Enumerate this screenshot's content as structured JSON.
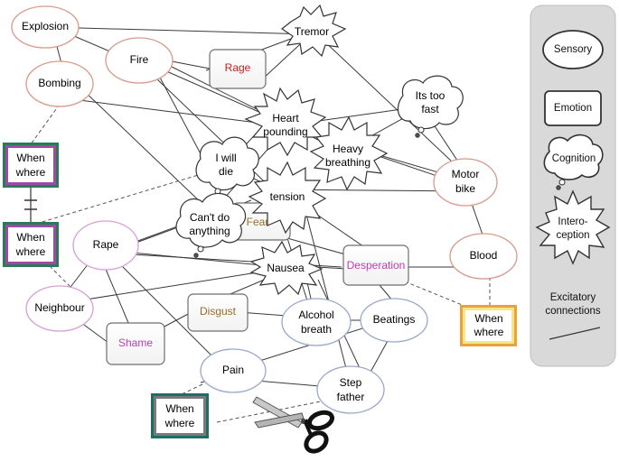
{
  "colors": {
    "sensory_red_stroke": "#d89a8c",
    "sensory_pink_stroke": "#d8a0d4",
    "sensory_blue_stroke": "#9aa8c8",
    "rage_text": "#c0221e",
    "fear_text": "#9a6a2a",
    "disgust_text": "#9a6a2a",
    "shame_text": "#c23ab8",
    "desperation_text": "#c23ab8",
    "when_green": "#2a7a55",
    "when_purple": "#a04aa8",
    "when_orange": "#e8a43a",
    "when_yellow": "#f6e58a",
    "when_teal": "#1f6e66",
    "legend_bg": "#d9d9d9"
  },
  "nodes": {
    "explosion": "Explosion",
    "fire": "Fire",
    "bombing": "Bombing",
    "rape": "Rape",
    "neighbour": "Neighbour",
    "pain": "Pain",
    "alcohol_breath": [
      "Alcohol",
      "breath"
    ],
    "beatings": "Beatings",
    "step_father": [
      "Step",
      "father"
    ],
    "motor_bike": [
      "Motor",
      "bike"
    ],
    "blood": "Blood",
    "rage": "Rage",
    "fear": "Fear",
    "disgust": "Disgust",
    "shame": "Shame",
    "desperation": "Desperation",
    "i_will_die": [
      "I will",
      "die"
    ],
    "cant_do_anything": [
      "Can't do",
      "anything"
    ],
    "its_too_fast": [
      "Its too",
      "fast"
    ],
    "tremor": "Tremor",
    "heart_pounding": [
      "Heart",
      "pounding"
    ],
    "heavy_breathing": [
      "Heavy",
      "breathing"
    ],
    "tension": "tension",
    "nausea": "Nausea"
  },
  "when_where": [
    "When",
    "where"
  ],
  "legend": {
    "sensory": "Sensory",
    "emotion": "Emotion",
    "cognition": "Cognition",
    "interoception": [
      "Intero-",
      "ception"
    ],
    "excitatory": [
      "Excitatory",
      "connections"
    ]
  },
  "icons": {
    "scissors": "scissors-icon",
    "inhibitory": "inhibitory-link-icon"
  }
}
